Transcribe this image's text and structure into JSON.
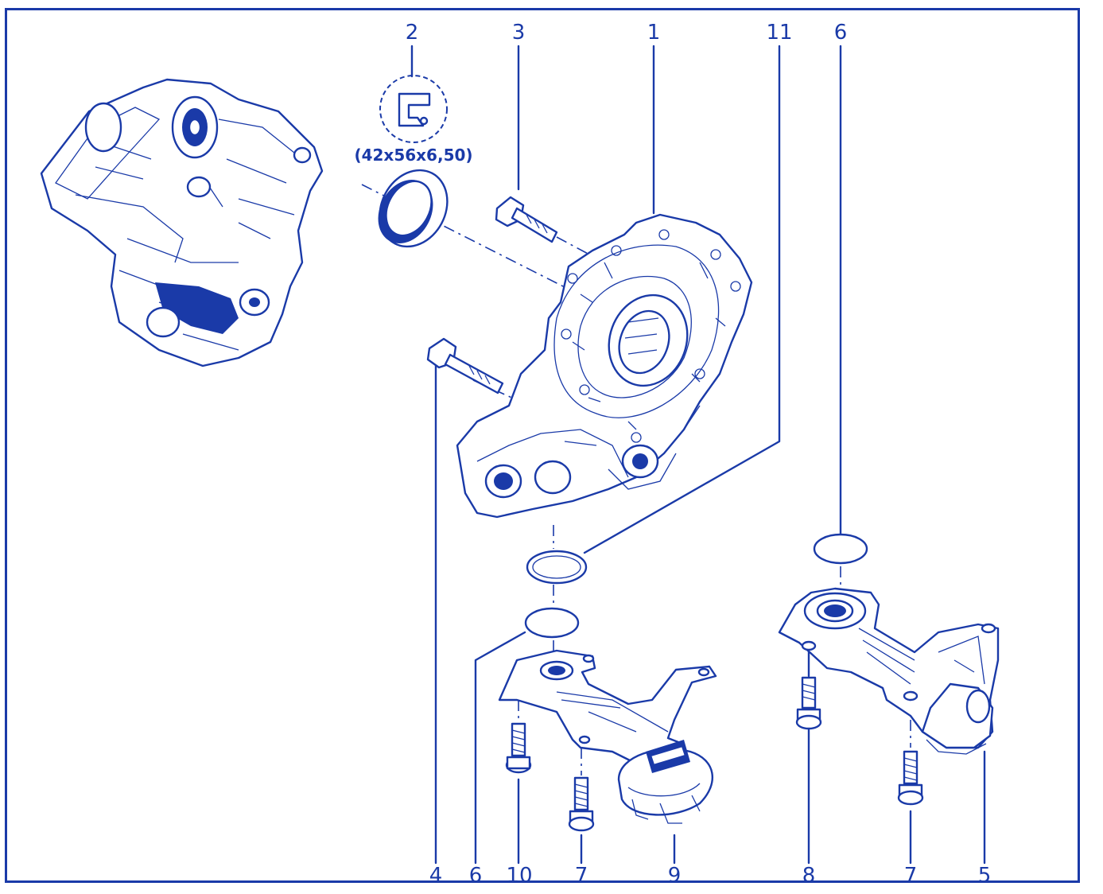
{
  "diagram": {
    "callouts": {
      "c1": "1",
      "c2": "2",
      "c3": "3",
      "c4": "4",
      "c5": "5",
      "c6_top": "6",
      "c6_bottom": "6",
      "c7_left": "7",
      "c7_right": "7",
      "c8": "8",
      "c9": "9",
      "c10": "10",
      "c11": "11"
    },
    "seal_dimensions": "(42x56x6,50)",
    "colors": {
      "ink": "#1a3aa8",
      "background": "#ffffff"
    }
  }
}
